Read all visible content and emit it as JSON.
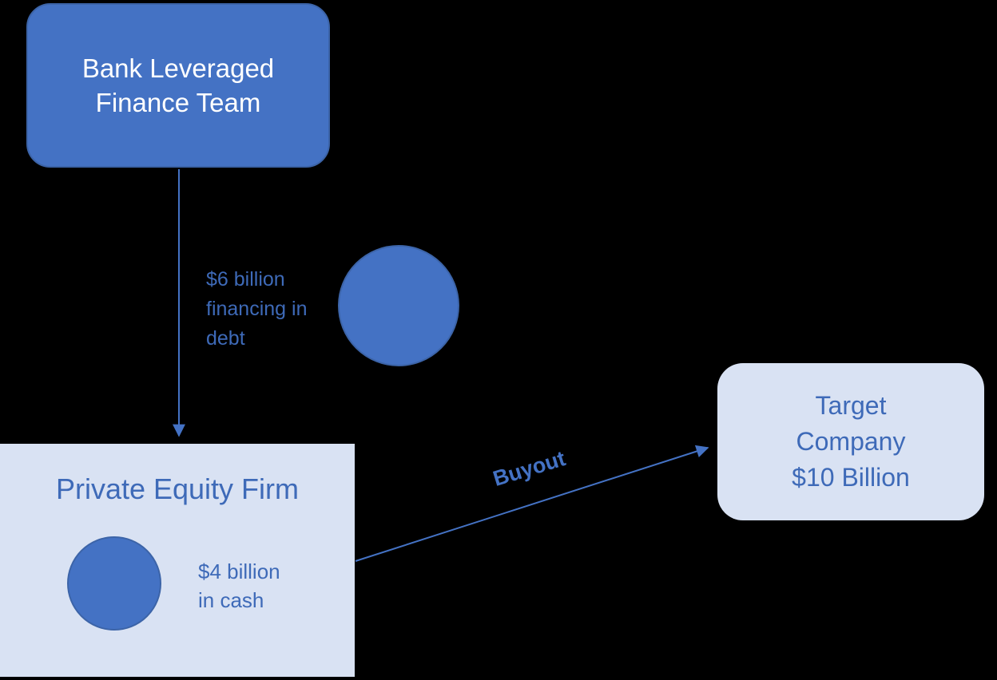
{
  "diagram": {
    "nodes": {
      "bank": {
        "label": "Bank Leveraged\nFinance Team"
      },
      "private_equity": {
        "title": "Private Equity Firm",
        "cash_label": "$4 billion\nin cash"
      },
      "target": {
        "label": "Target\nCompany\n$10 Billion"
      }
    },
    "edges": {
      "financing": {
        "label": "$6 billion\nfinancing in\ndebt"
      },
      "buyout": {
        "label": "Buyout"
      }
    }
  },
  "colors": {
    "background": "#000000",
    "accent": "#4472C4",
    "accent-border": "#3C64A8",
    "light-fill": "#D9E2F3",
    "text-blue": "#3E6AB8",
    "text-white": "#FFFFFF"
  }
}
